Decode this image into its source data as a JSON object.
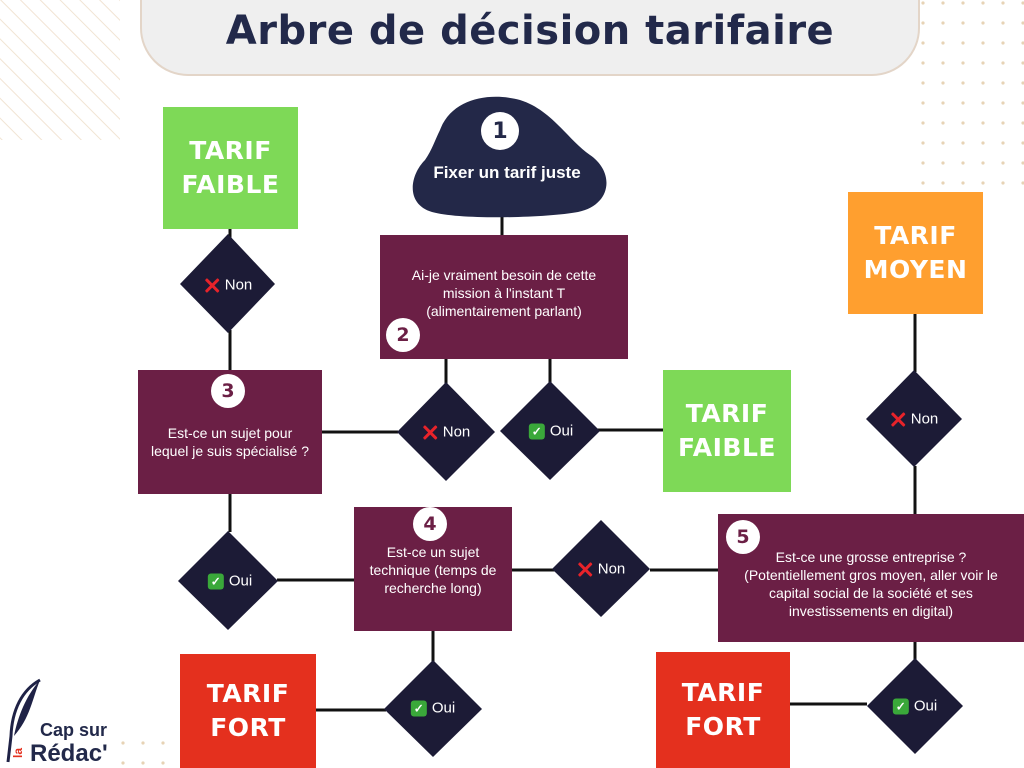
{
  "title": "Arbre de décision tarifaire",
  "start": {
    "number": "1",
    "label": "Fixer un tarif juste"
  },
  "questions": [
    {
      "number": "2",
      "text": "Ai-je vraiment besoin de cette mission à l'instant T (alimentairement parlant)"
    },
    {
      "number": "3",
      "text": "Est-ce un sujet pour lequel je suis spécialisé ?"
    },
    {
      "number": "4",
      "text": "Est-ce un sujet technique (temps de recherche long)"
    },
    {
      "number": "5",
      "text": "Est-ce une grosse entreprise ? (Potentiellement gros moyen, aller voir le capital social de la société et ses investissements en digital)"
    }
  ],
  "tarifs": {
    "faible_top": [
      "TARIF",
      "FAIBLE"
    ],
    "faible_mid": [
      "TARIF",
      "FAIBLE"
    ],
    "moyen": [
      "TARIF",
      "MOYEN"
    ],
    "fort_left": [
      "TARIF",
      "FORT"
    ],
    "fort_right": [
      "TARIF",
      "FORT"
    ]
  },
  "decisions": {
    "d1": "Non",
    "d2": "Non",
    "d3": "Oui",
    "d4": "Non",
    "d5": "Oui",
    "d6": "Non",
    "d7": "Oui",
    "d8": "Oui"
  },
  "logo": {
    "line1": "Cap sur",
    "prefix": "la",
    "line2": "Rédac'"
  },
  "colors": {
    "title": "#22294a",
    "question_box": "#6b1f45",
    "diamond": "#1c1b36",
    "tarif_faible": "#7ed957",
    "tarif_moyen": "#ff9f2f",
    "tarif_fort": "#e4301e"
  }
}
